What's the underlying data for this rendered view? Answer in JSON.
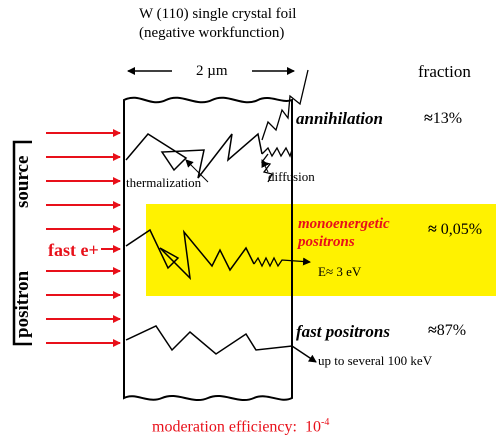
{
  "header": {
    "title_line1": "W (110) single crystal foil",
    "title_line2": "(negative workfunction)",
    "foil_thickness": "2 µm",
    "fraction_heading": "fraction"
  },
  "source": {
    "word1": "positron",
    "word2": "source",
    "beam_label": "fast e+"
  },
  "processes": {
    "thermalization": "thermalization",
    "diffusion": "diffusion"
  },
  "rows": {
    "annihilation": {
      "label": "annihilation",
      "approx": "≈",
      "value": "13%"
    },
    "moderated": {
      "label_line1": "monoenergetic",
      "label_line2": "positrons",
      "approx": "≈",
      "value": "0,05%",
      "energy": "E≈ 3 eV"
    },
    "fast": {
      "label": "fast positrons",
      "approx": "≈",
      "value": "87%",
      "energy": "up to several 100 keV"
    }
  },
  "footer": {
    "efficiency_label": "moderation efficiency:",
    "efficiency_base": "10",
    "efficiency_exp": "-4"
  },
  "colors": {
    "arrow": "#e8101a",
    "highlight": "#fff200",
    "text_highlight": "#e8101a"
  }
}
